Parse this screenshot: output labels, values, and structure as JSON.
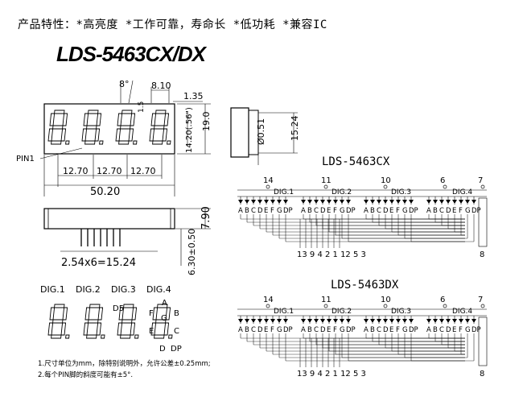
{
  "header": "产品特性：*高亮度 *工作可靠，寿命长 *低功耗 *兼容IC",
  "model": "LDS-5463CX/DX",
  "front": {
    "angle": "8°",
    "seg_w": "8.10",
    "offset": "1.35",
    "seg_h": "14.20(.56\")",
    "height": "19.0",
    "seg_small": "1.5",
    "pitch": [
      "12.70",
      "12.70",
      "12.70"
    ],
    "width": "50.20",
    "pin1": "PIN1"
  },
  "side": {
    "thick": "Ø0.51",
    "depth": "15.24"
  },
  "bottom": {
    "pitch": "2.54x6=15.24",
    "h1": "7.90",
    "pin": "6.30±0.50"
  },
  "legend": {
    "digits": [
      "DIG.1",
      "DIG.2",
      "DIG.3",
      "DIG.4"
    ],
    "seg_labels": [
      "A",
      "F",
      "G",
      "B",
      "E",
      "C",
      "D",
      "DP",
      "D5"
    ]
  },
  "notes": [
    "1.尺寸单位为mm，除特别说明外，允许公差±0.25mm;",
    "2.每个PIN脚的斜度可能有±5°."
  ],
  "circuits": [
    {
      "title": "LDS-5463CX",
      "top_pins": [
        "14",
        "11",
        "10",
        "6",
        "7"
      ],
      "dig_labels": [
        "DIG.1",
        "DIG.2",
        "DIG.3",
        "DIG.4"
      ],
      "segs": [
        "A",
        "B",
        "C",
        "D",
        "E",
        "F",
        "G",
        "DP"
      ],
      "bottom_pins": "13 9 4 2 1 12 5 3",
      "pin8": "8"
    },
    {
      "title": "LDS-5463DX",
      "top_pins": [
        "14",
        "11",
        "10",
        "6",
        "7"
      ],
      "dig_labels": [
        "DIG.1",
        "DIG.2",
        "DIG.3",
        "DIG.4"
      ],
      "segs": [
        "A",
        "B",
        "C",
        "D",
        "E",
        "F",
        "G",
        "DP"
      ],
      "bottom_pins": "13 9 4 2 1 12 5 3",
      "pin8": "8"
    }
  ]
}
